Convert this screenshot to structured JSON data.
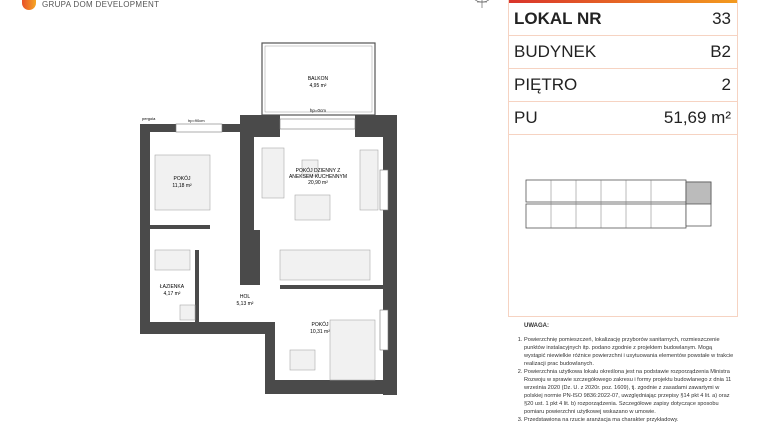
{
  "brand": {
    "tagline": "GRUPA DOM DEVELOPMENT",
    "colors": {
      "accent_start": "#d9342b",
      "accent_end": "#f39a1e",
      "border": "#f6d3c2",
      "wall": "#4a4a4a"
    }
  },
  "info": [
    {
      "label": "LOKAL NR",
      "value": "33"
    },
    {
      "label": "BUDYNEK",
      "value": "B2"
    },
    {
      "label": "PIĘTRO",
      "value": "2"
    },
    {
      "label": "PU",
      "value": "51,69 m²"
    }
  ],
  "plan": {
    "balcony": {
      "name": "BALKON",
      "area": "4,95 m²"
    },
    "hp0": "hp=0cm",
    "hp90": "hp=90cm",
    "pergola": "pergola",
    "rooms": [
      {
        "name": "POKÓJ",
        "area": "11,18 m²"
      },
      {
        "name": "POKÓJ DZIENNY Z",
        "name2": "ANEKSEM KUCHENNYM",
        "area": "20,90 m²"
      },
      {
        "name": "ŁAZIENKA",
        "area": "4,17 m²"
      },
      {
        "name": "HOL",
        "area": "5,13 m²"
      },
      {
        "name": "POKÓJ",
        "area": "10,31 m²"
      }
    ]
  },
  "notes": {
    "title": "UWAGA:",
    "items": [
      "Powierzchnię pomieszczeń, lokalizację przyborów sanitarnych, rozmieszczenie punktów instalacyjnych itp. podano zgodnie z projektem budowlanym. Mogą wystąpić niewielkie różnice powierzchni i usytuowania elementów powstałe w trakcie realizacji prac budowlanych.",
      "Powierzchnia użytkowa lokalu określona jest na podstawie rozporządzenia Ministra Rozwoju w sprawie szczegółowego zakresu i formy projektu budowlanego z dnia 11 września 2020 (Dz. U. z 2020r. poz. 1609), tj. zgodnie z zasadami zawartymi w polskiej normie PN-ISO 9836:2022-07, uwzględniając przepisy §14 pkt 4 lit. a) oraz §20 ust. 1 pkt 4 lit. b) rozporządzenia. Szczegółowe zapisy dotyczące sposobu pomiaru powierzchni użytkowej wskazano w umowie.",
      "Przedstawiona na rzucie aranżacja ma charakter przykładowy."
    ]
  }
}
